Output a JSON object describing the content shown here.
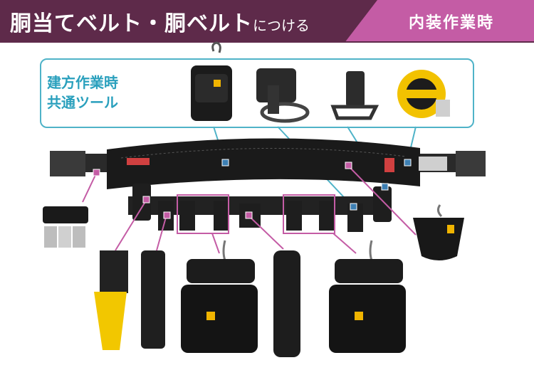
{
  "header": {
    "title_main_part1": "胴当てベルト・胴ベルト",
    "title_suffix": "につける",
    "badge": "内装作業時"
  },
  "callout": {
    "line1": "建方作業時",
    "line2": "共通ツール"
  },
  "colors": {
    "header_bg": "#5e2a4a",
    "badge_bg": "#c45ca5",
    "callout_border": "#4fb3c8",
    "connector_blue": "#3d7fb3",
    "connector_pink": "#c45ca5"
  }
}
